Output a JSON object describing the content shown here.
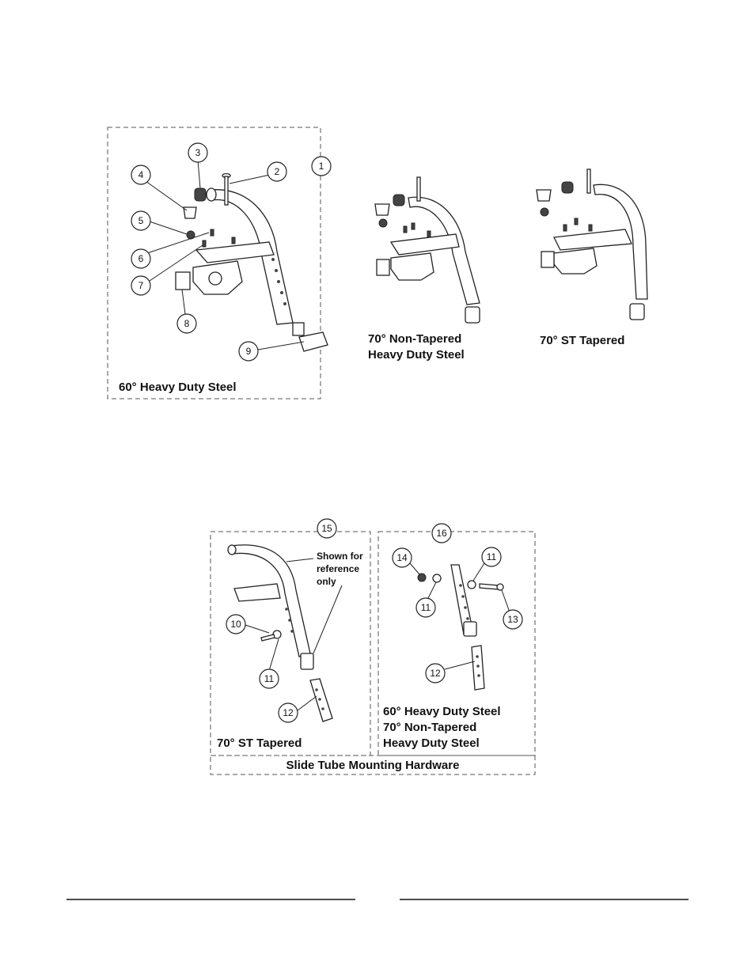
{
  "panels": {
    "main": {
      "caption": "60° Heavy Duty Steel",
      "callouts": [
        "1",
        "2",
        "3",
        "4",
        "5",
        "6",
        "7",
        "8",
        "9"
      ]
    },
    "non_tapered": {
      "caption_line1": "70° Non-Tapered",
      "caption_line2": "Heavy Duty Steel"
    },
    "st_tapered": {
      "caption": "70° ST Tapered"
    },
    "slide_tube": {
      "title": "Slide Tube Mounting Hardware",
      "left": {
        "callout_top": "15",
        "note_line1": "Shown for",
        "note_line2": "reference",
        "note_line3": "only",
        "callouts": [
          "10",
          "11",
          "12"
        ],
        "caption": "70° ST Tapered"
      },
      "right": {
        "callout_top": "16",
        "callouts": [
          "14",
          "11",
          "11",
          "13",
          "12"
        ],
        "caption_line1": "60° Heavy Duty Steel",
        "caption_line2": "70° Non-Tapered",
        "caption_line3": "Heavy Duty Steel"
      }
    }
  }
}
